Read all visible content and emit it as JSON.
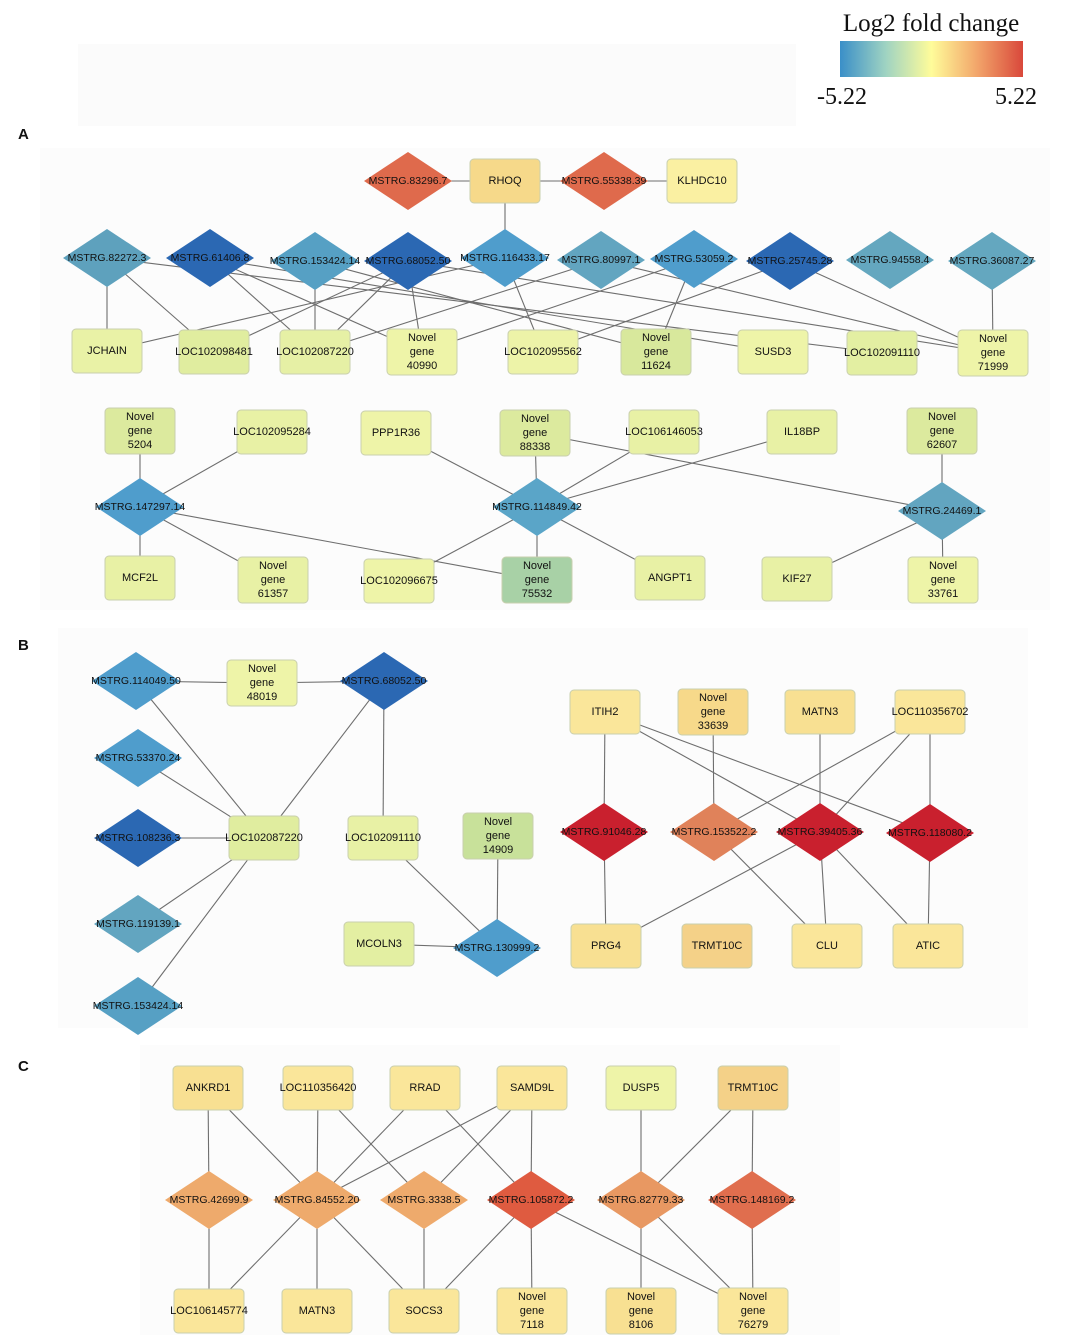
{
  "legend": {
    "title": "Log2 fold change",
    "min_label": "-5.22",
    "max_label": "5.22",
    "min": -5.22,
    "max": 5.22,
    "gradient": [
      "#3a8fc8",
      "#9fd3c2",
      "#fffc9a",
      "#f2a56a",
      "#d9483b"
    ]
  },
  "panels": [
    {
      "label": "A",
      "nodes": [
        {
          "id": "a1",
          "label": "MSTRG.83296.7",
          "shape": "diamond",
          "color": "#df6a4c"
        },
        {
          "id": "a2",
          "label": "RHOQ",
          "shape": "rect",
          "color": "#f6d98a"
        },
        {
          "id": "a3",
          "label": "MSTRG.55338.39",
          "shape": "diamond",
          "color": "#df6a4c"
        },
        {
          "id": "a4",
          "label": "KLHDC10",
          "shape": "rect",
          "color": "#faf0a2"
        },
        {
          "id": "a5",
          "label": "MSTRG.82272.3",
          "shape": "diamond",
          "color": "#5ea1bd"
        },
        {
          "id": "a6",
          "label": "MSTRG.61406.8",
          "shape": "diamond",
          "color": "#2b68b3"
        },
        {
          "id": "a7",
          "label": "MSTRG.153424.14",
          "shape": "diamond",
          "color": "#56a0c4"
        },
        {
          "id": "a8",
          "label": "MSTRG.68052.50",
          "shape": "diamond",
          "color": "#2b68b3"
        },
        {
          "id": "a9",
          "label": "MSTRG.116433.17",
          "shape": "diamond",
          "color": "#4f9dcc"
        },
        {
          "id": "a10",
          "label": "MSTRG.80997.1",
          "shape": "diamond",
          "color": "#62a5c0"
        },
        {
          "id": "a11",
          "label": "MSTRG.53059.2",
          "shape": "diamond",
          "color": "#4f9dcc"
        },
        {
          "id": "a12",
          "label": "MSTRG.25745.28",
          "shape": "diamond",
          "color": "#2b68b3"
        },
        {
          "id": "a13",
          "label": "MSTRG.94558.4",
          "shape": "diamond",
          "color": "#64a7bf"
        },
        {
          "id": "a14",
          "label": "MSTRG.36087.27",
          "shape": "diamond",
          "color": "#64a7bf"
        },
        {
          "id": "a15",
          "label": "JCHAIN",
          "shape": "rect",
          "color": "#e9f2a6"
        },
        {
          "id": "a16",
          "label": "LOC102098481",
          "shape": "rect",
          "color": "#e0ed9f"
        },
        {
          "id": "a17",
          "label": "LOC102087220",
          "shape": "rect",
          "color": "#e6f0a5"
        },
        {
          "id": "a18",
          "label": "Novel\ngene\n40990",
          "shape": "rect",
          "color": "#eef4a8"
        },
        {
          "id": "a19",
          "label": "LOC102095562",
          "shape": "rect",
          "color": "#edf3a8"
        },
        {
          "id": "a20",
          "label": "Novel\ngene\n11624",
          "shape": "rect",
          "color": "#d8e89c"
        },
        {
          "id": "a21",
          "label": "SUSD3",
          "shape": "rect",
          "color": "#eef4a8"
        },
        {
          "id": "a22",
          "label": "LOC102091110",
          "shape": "rect",
          "color": "#e3efa2"
        },
        {
          "id": "a23",
          "label": "Novel\ngene\n71999",
          "shape": "rect",
          "color": "#eef4a8"
        },
        {
          "id": "a24",
          "label": "Novel\ngene\n5204",
          "shape": "rect",
          "color": "#dcea9e"
        },
        {
          "id": "a25",
          "label": "LOC102095284",
          "shape": "rect",
          "color": "#e8f1a5"
        },
        {
          "id": "a26",
          "label": "PPP1R36",
          "shape": "rect",
          "color": "#eef4a8"
        },
        {
          "id": "a27",
          "label": "Novel\ngene\n88338",
          "shape": "rect",
          "color": "#dcea9e"
        },
        {
          "id": "a28",
          "label": "LOC106146053",
          "shape": "rect",
          "color": "#e8f1a5"
        },
        {
          "id": "a29",
          "label": "IL18BP",
          "shape": "rect",
          "color": "#e8f1a5"
        },
        {
          "id": "a30",
          "label": "Novel\ngene\n62607",
          "shape": "rect",
          "color": "#dcea9e"
        },
        {
          "id": "a31",
          "label": "MSTRG.147297.14",
          "shape": "diamond",
          "color": "#4f9dcc"
        },
        {
          "id": "a32",
          "label": "MSTRG.114849.42",
          "shape": "diamond",
          "color": "#5aa5c8"
        },
        {
          "id": "a33",
          "label": "MSTRG.24469.1",
          "shape": "diamond",
          "color": "#62a5c0"
        },
        {
          "id": "a34",
          "label": "MCF2L",
          "shape": "rect",
          "color": "#e8f1a5"
        },
        {
          "id": "a35",
          "label": "Novel\ngene\n61357",
          "shape": "rect",
          "color": "#e8f1a5"
        },
        {
          "id": "a36",
          "label": "LOC102096675",
          "shape": "rect",
          "color": "#eef4a8"
        },
        {
          "id": "a37",
          "label": "Novel\ngene\n75532",
          "shape": "rect",
          "color": "#a8d1a6"
        },
        {
          "id": "a38",
          "label": "ANGPT1",
          "shape": "rect",
          "color": "#e8f1a5"
        },
        {
          "id": "a39",
          "label": "KIF27",
          "shape": "rect",
          "color": "#e8f1a5"
        },
        {
          "id": "a40",
          "label": "Novel\ngene\n33761",
          "shape": "rect",
          "color": "#eef4a8"
        }
      ],
      "edges": [
        [
          "a1",
          "a2"
        ],
        [
          "a2",
          "a3"
        ],
        [
          "a3",
          "a4"
        ],
        [
          "a2",
          "a9"
        ],
        [
          "a5",
          "a15"
        ],
        [
          "a5",
          "a16"
        ],
        [
          "a5",
          "a22"
        ],
        [
          "a6",
          "a17"
        ],
        [
          "a6",
          "a18"
        ],
        [
          "a6",
          "a21"
        ],
        [
          "a7",
          "a17"
        ],
        [
          "a7",
          "a20"
        ],
        [
          "a8",
          "a16"
        ],
        [
          "a8",
          "a17"
        ],
        [
          "a8",
          "a18"
        ],
        [
          "a8",
          "a23"
        ],
        [
          "a9",
          "a15"
        ],
        [
          "a9",
          "a19"
        ],
        [
          "a10",
          "a17"
        ],
        [
          "a10",
          "a23"
        ],
        [
          "a11",
          "a18"
        ],
        [
          "a11",
          "a20"
        ],
        [
          "a12",
          "a19"
        ],
        [
          "a12",
          "a23"
        ],
        [
          "a14",
          "a23"
        ],
        [
          "a24",
          "a31"
        ],
        [
          "a25",
          "a31"
        ],
        [
          "a31",
          "a34"
        ],
        [
          "a31",
          "a35"
        ],
        [
          "a31",
          "a37"
        ],
        [
          "a26",
          "a32"
        ],
        [
          "a27",
          "a32"
        ],
        [
          "a28",
          "a32"
        ],
        [
          "a29",
          "a32"
        ],
        [
          "a27",
          "a33"
        ],
        [
          "a32",
          "a36"
        ],
        [
          "a32",
          "a37"
        ],
        [
          "a32",
          "a38"
        ],
        [
          "a30",
          "a33"
        ],
        [
          "a33",
          "a39"
        ],
        [
          "a33",
          "a40"
        ]
      ]
    },
    {
      "label": "B",
      "nodes": [
        {
          "id": "b1",
          "label": "MSTRG.114049.50",
          "shape": "diamond",
          "color": "#4f9dcc"
        },
        {
          "id": "b2",
          "label": "Novel\ngene\n48019",
          "shape": "rect",
          "color": "#eef4a8"
        },
        {
          "id": "b3",
          "label": "MSTRG.68052.50",
          "shape": "diamond",
          "color": "#2b68b3"
        },
        {
          "id": "b4",
          "label": "MSTRG.53370.24",
          "shape": "diamond",
          "color": "#4f9dcc"
        },
        {
          "id": "b5",
          "label": "MSTRG.108236.3",
          "shape": "diamond",
          "color": "#2b68b3"
        },
        {
          "id": "b6",
          "label": "LOC102087220",
          "shape": "rect",
          "color": "#e0ed9f"
        },
        {
          "id": "b7",
          "label": "LOC102091110",
          "shape": "rect",
          "color": "#e8f1a5"
        },
        {
          "id": "b8",
          "label": "Novel\ngene\n14909",
          "shape": "rect",
          "color": "#c8e19a"
        },
        {
          "id": "b9",
          "label": "MSTRG.119139.1",
          "shape": "diamond",
          "color": "#62a5c0"
        },
        {
          "id": "b10",
          "label": "MCOLN3",
          "shape": "rect",
          "color": "#e3efa2"
        },
        {
          "id": "b11",
          "label": "MSTRG.130999.2",
          "shape": "diamond",
          "color": "#4f9dcc"
        },
        {
          "id": "b12",
          "label": "MSTRG.153424.14",
          "shape": "diamond",
          "color": "#56a0c4"
        },
        {
          "id": "b13",
          "label": "ITIH2",
          "shape": "rect",
          "color": "#fae69a"
        },
        {
          "id": "b14",
          "label": "Novel\ngene\n33639",
          "shape": "rect",
          "color": "#f7d98a"
        },
        {
          "id": "b15",
          "label": "MATN3",
          "shape": "rect",
          "color": "#f8e092"
        },
        {
          "id": "b16",
          "label": "LOC110356702",
          "shape": "rect",
          "color": "#fae69a"
        },
        {
          "id": "b17",
          "label": "MSTRG.91046.28",
          "shape": "diamond",
          "color": "#c9202e"
        },
        {
          "id": "b18",
          "label": "MSTRG.153522.2",
          "shape": "diamond",
          "color": "#e0825a"
        },
        {
          "id": "b19",
          "label": "MSTRG.39405.36",
          "shape": "diamond",
          "color": "#c9202e"
        },
        {
          "id": "b20",
          "label": "MSTRG.118080.2",
          "shape": "diamond",
          "color": "#c9202e"
        },
        {
          "id": "b21",
          "label": "PRG4",
          "shape": "rect",
          "color": "#f8e092"
        },
        {
          "id": "b22",
          "label": "TRMT10C",
          "shape": "rect",
          "color": "#f4d188"
        },
        {
          "id": "b23",
          "label": "CLU",
          "shape": "rect",
          "color": "#fae69a"
        },
        {
          "id": "b24",
          "label": "ATIC",
          "shape": "rect",
          "color": "#fae69a"
        }
      ],
      "edges": [
        [
          "b1",
          "b2"
        ],
        [
          "b2",
          "b3"
        ],
        [
          "b1",
          "b6"
        ],
        [
          "b4",
          "b6"
        ],
        [
          "b5",
          "b6"
        ],
        [
          "b3",
          "b6"
        ],
        [
          "b6",
          "b9"
        ],
        [
          "b6",
          "b12"
        ],
        [
          "b3",
          "b7"
        ],
        [
          "b7",
          "b11"
        ],
        [
          "b8",
          "b11"
        ],
        [
          "b10",
          "b11"
        ],
        [
          "b13",
          "b17"
        ],
        [
          "b13",
          "b19"
        ],
        [
          "b13",
          "b20"
        ],
        [
          "b14",
          "b18"
        ],
        [
          "b15",
          "b19"
        ],
        [
          "b16",
          "b18"
        ],
        [
          "b16",
          "b19"
        ],
        [
          "b16",
          "b20"
        ],
        [
          "b17",
          "b21"
        ],
        [
          "b19",
          "b21"
        ],
        [
          "b19",
          "b23"
        ],
        [
          "b19",
          "b24"
        ],
        [
          "b18",
          "b23"
        ],
        [
          "b20",
          "b24"
        ]
      ]
    },
    {
      "label": "C",
      "nodes": [
        {
          "id": "c1",
          "label": "ANKRD1",
          "shape": "rect",
          "color": "#f8e092"
        },
        {
          "id": "c2",
          "label": "LOC110356420",
          "shape": "rect",
          "color": "#fae69a"
        },
        {
          "id": "c3",
          "label": "RRAD",
          "shape": "rect",
          "color": "#fae69a"
        },
        {
          "id": "c4",
          "label": "SAMD9L",
          "shape": "rect",
          "color": "#fae69a"
        },
        {
          "id": "c5",
          "label": "DUSP5",
          "shape": "rect",
          "color": "#eef4a8"
        },
        {
          "id": "c6",
          "label": "TRMT10C",
          "shape": "rect",
          "color": "#f4d188"
        },
        {
          "id": "c7",
          "label": "MSTRG.42699.9",
          "shape": "diamond",
          "color": "#eeaa6c"
        },
        {
          "id": "c8",
          "label": "MSTRG.84552.20",
          "shape": "diamond",
          "color": "#eeaa6c"
        },
        {
          "id": "c9",
          "label": "MSTRG.3338.5",
          "shape": "diamond",
          "color": "#eeaa6c"
        },
        {
          "id": "c10",
          "label": "MSTRG.105872.2",
          "shape": "diamond",
          "color": "#df5b40"
        },
        {
          "id": "c11",
          "label": "MSTRG.82779.33",
          "shape": "diamond",
          "color": "#e89862"
        },
        {
          "id": "c12",
          "label": "MSTRG.148169.2",
          "shape": "diamond",
          "color": "#e06e4e"
        },
        {
          "id": "c13",
          "label": "LOC106145774",
          "shape": "rect",
          "color": "#fae69a"
        },
        {
          "id": "c14",
          "label": "MATN3",
          "shape": "rect",
          "color": "#fae69a"
        },
        {
          "id": "c15",
          "label": "SOCS3",
          "shape": "rect",
          "color": "#fae69a"
        },
        {
          "id": "c16",
          "label": "Novel\ngene\n7118",
          "shape": "rect",
          "color": "#fae69a"
        },
        {
          "id": "c17",
          "label": "Novel\ngene\n8106",
          "shape": "rect",
          "color": "#f8e092"
        },
        {
          "id": "c18",
          "label": "Novel\ngene\n76279",
          "shape": "rect",
          "color": "#fae69a"
        }
      ],
      "edges": [
        [
          "c1",
          "c7"
        ],
        [
          "c1",
          "c8"
        ],
        [
          "c2",
          "c8"
        ],
        [
          "c2",
          "c9"
        ],
        [
          "c3",
          "c8"
        ],
        [
          "c3",
          "c10"
        ],
        [
          "c4",
          "c8"
        ],
        [
          "c4",
          "c9"
        ],
        [
          "c4",
          "c10"
        ],
        [
          "c5",
          "c11"
        ],
        [
          "c6",
          "c11"
        ],
        [
          "c6",
          "c12"
        ],
        [
          "c7",
          "c13"
        ],
        [
          "c8",
          "c13"
        ],
        [
          "c8",
          "c14"
        ],
        [
          "c8",
          "c15"
        ],
        [
          "c9",
          "c15"
        ],
        [
          "c10",
          "c15"
        ],
        [
          "c10",
          "c16"
        ],
        [
          "c10",
          "c18"
        ],
        [
          "c11",
          "c17"
        ],
        [
          "c11",
          "c18"
        ],
        [
          "c12",
          "c18"
        ]
      ]
    }
  ]
}
